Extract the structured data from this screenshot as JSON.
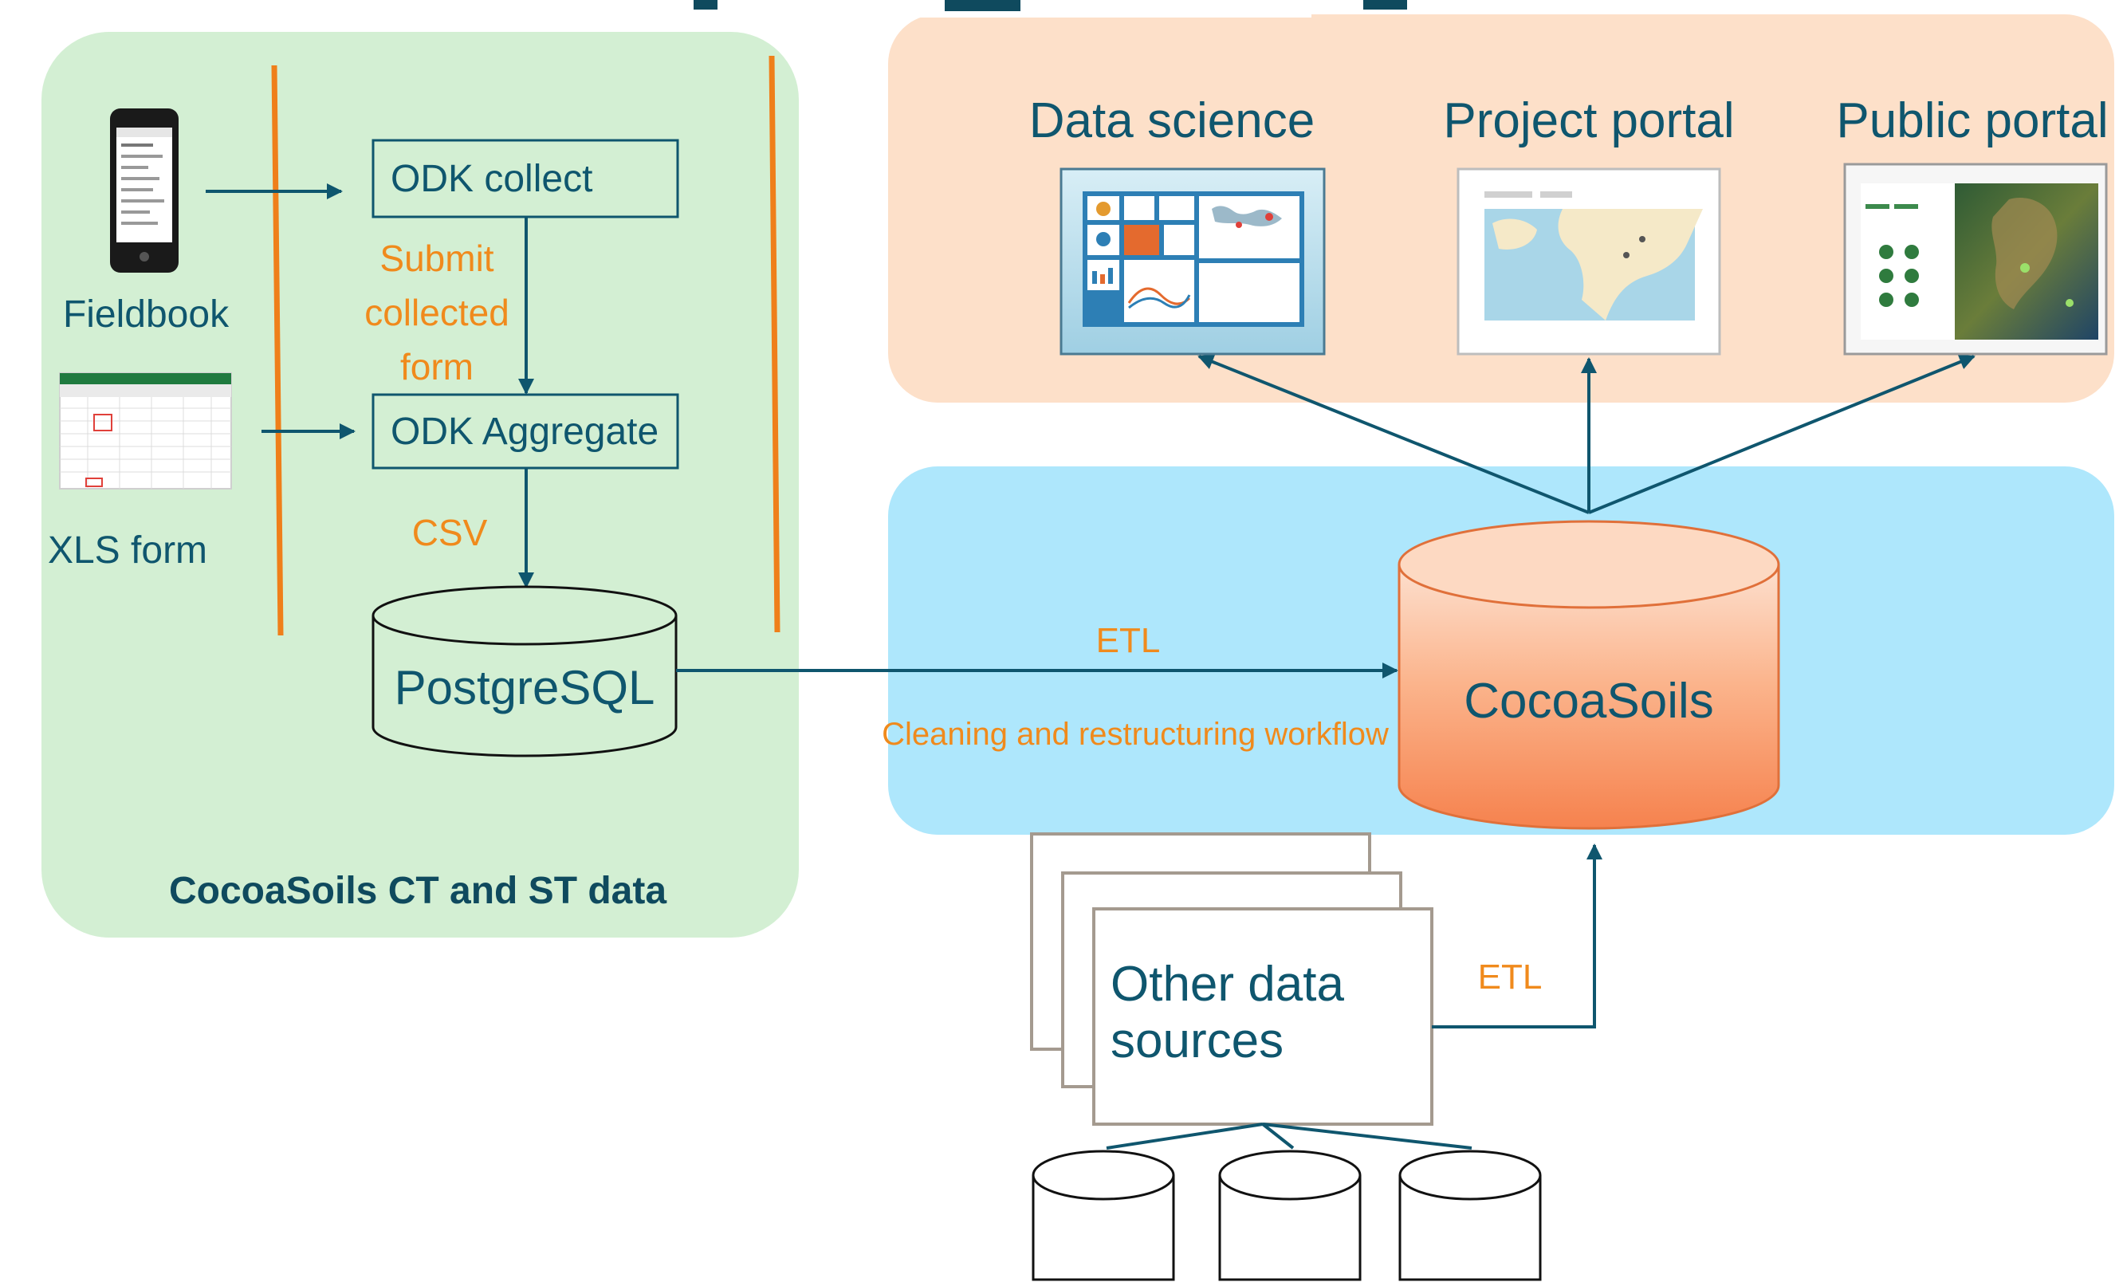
{
  "left_panel": {
    "caption": "CocoaSoils CT and ST data",
    "fieldbook_label": "Fieldbook",
    "xls_form_label": "XLS form",
    "odk_collect_label": "ODK collect",
    "odk_aggregate_label": "ODK Aggregate",
    "submit_label_line1": "Submit",
    "submit_label_line2": "collected",
    "submit_label_line3": "form",
    "csv_label": "CSV",
    "postgres_label": "PostgreSQL"
  },
  "middle": {
    "etl_label": "ETL",
    "cleaning_label": "Cleaning and restructuring workflow",
    "cocoasoils_db_label": "CocoaSoils"
  },
  "outputs": {
    "data_science_label": "Data science",
    "project_portal_label": "Project portal",
    "public_portal_label": "Public portal"
  },
  "sources": {
    "other_sources_line1": "Other data",
    "other_sources_line2": "sources",
    "etl_label": "ETL"
  },
  "colors": {
    "green_panel": "#d3efd3",
    "peach_panel": "#fde0c9",
    "blue_panel": "#aee7fc",
    "teal": "#0f566e",
    "orange_text": "#f08a1c",
    "orange_line": "#ef7f1a",
    "cylinder_fill_top": "#fde0cf",
    "cylinder_fill_bottom": "#f78c5a",
    "dark_title": "#0f4a5e"
  }
}
